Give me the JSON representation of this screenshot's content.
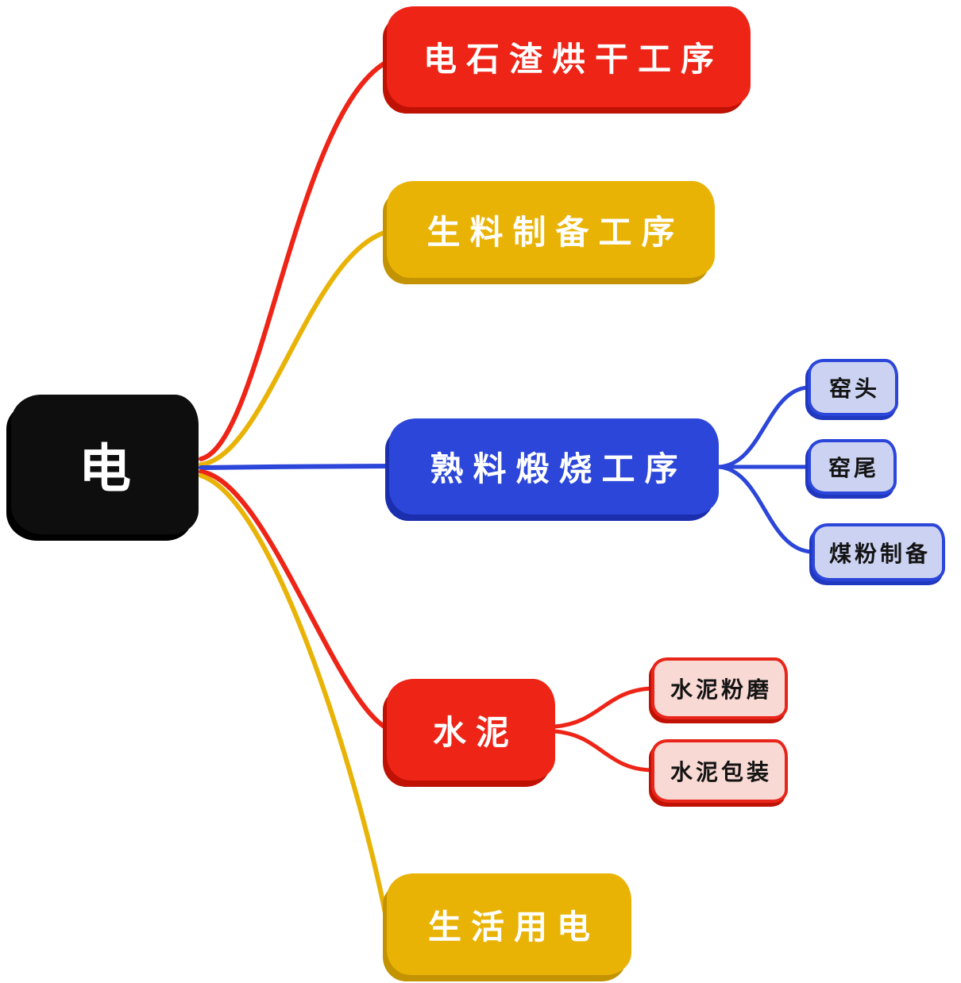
{
  "root": {
    "label": "电",
    "bg_color": "#0e0e0e",
    "text_color": "#ffffff"
  },
  "branches": [
    {
      "label": "电石渣烘干工序",
      "color": "#ee2417",
      "children": []
    },
    {
      "label": "生料制备工序",
      "color": "#e9b306",
      "children": []
    },
    {
      "label": "熟料煅烧工序",
      "color": "#2b46d9",
      "children": [
        {
          "label": "窑头",
          "fill": "#ccd3f2",
          "border": "#2b46d9"
        },
        {
          "label": "窑尾",
          "fill": "#ccd3f2",
          "border": "#2b46d9"
        },
        {
          "label": "煤粉制备",
          "fill": "#ccd3f2",
          "border": "#2b46d9"
        }
      ]
    },
    {
      "label": "水泥",
      "color": "#ee2417",
      "children": [
        {
          "label": "水泥粉磨",
          "fill": "#f9d9d3",
          "border": "#e8251a"
        },
        {
          "label": "水泥包装",
          "fill": "#f9d9d3",
          "border": "#e8251a"
        }
      ]
    },
    {
      "label": "生活用电",
      "color": "#e9b306",
      "children": []
    }
  ]
}
